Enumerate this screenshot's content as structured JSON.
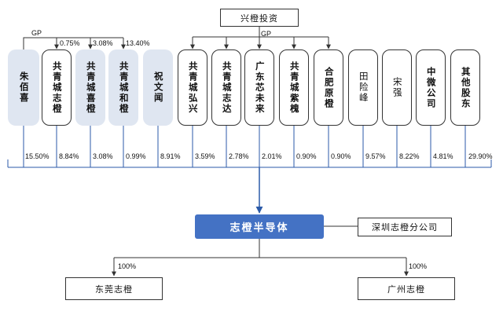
{
  "top_investor": "兴橙投资",
  "gp_left": "GP",
  "gp_right": "GP",
  "left_pct": [
    "0.75%",
    "3.08%",
    "13.40%"
  ],
  "shareholders": [
    {
      "name": "朱佰喜",
      "pct": "15.50%"
    },
    {
      "name": "共青城志橙",
      "pct": "8.84%"
    },
    {
      "name": "共青城喜橙",
      "pct": "3.08%"
    },
    {
      "name": "共青城和橙",
      "pct": "0.99%"
    },
    {
      "name": "祝文闻",
      "pct": "8.91%"
    },
    {
      "name": "共青城弘兴",
      "pct": "3.59%"
    },
    {
      "name": "共青城志达",
      "pct": "2.78%"
    },
    {
      "name": "广东芯未来",
      "pct": "2.01%"
    },
    {
      "name": "共青城紫槐",
      "pct": "0.90%"
    },
    {
      "name": "合肥原橙",
      "pct": "0.90%"
    },
    {
      "name": "田险峰",
      "pct": "9.57%"
    },
    {
      "name": "宋强",
      "pct": "8.22%"
    },
    {
      "name": "中微公司",
      "pct": "4.81%"
    },
    {
      "name": "其他股东",
      "pct": "29.90%"
    }
  ],
  "company": "志橙半导体",
  "branch": "深圳志橙分公司",
  "subsidiaries": [
    {
      "name": "东莞志橙",
      "pct": "100%"
    },
    {
      "name": "广州志橙",
      "pct": "100%"
    }
  ]
}
